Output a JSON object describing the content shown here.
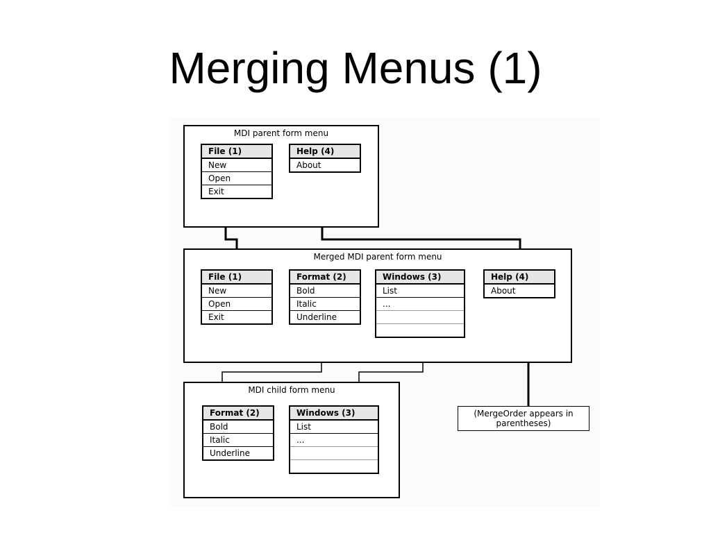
{
  "slide": {
    "title": "Merging Menus (1)"
  },
  "diagram": {
    "parent_frame": {
      "label": "MDI parent form menu",
      "menus": [
        {
          "items": [
            "File (1)",
            "New",
            "Open",
            "Exit"
          ]
        },
        {
          "items": [
            "Help (4)",
            "About"
          ]
        }
      ]
    },
    "merged_frame": {
      "label": "Merged MDI parent form menu",
      "menus": [
        {
          "items": [
            "File (1)",
            "New",
            "Open",
            "Exit"
          ]
        },
        {
          "items": [
            "Format (2)",
            "Bold",
            "Italic",
            "Underline"
          ]
        },
        {
          "items": [
            "Windows (3)",
            "List",
            "...",
            "",
            ""
          ]
        },
        {
          "items": [
            "Help (4)",
            "About"
          ]
        }
      ]
    },
    "child_frame": {
      "label": "MDI child form menu",
      "menus": [
        {
          "items": [
            "Format (2)",
            "Bold",
            "Italic",
            "Underline"
          ]
        },
        {
          "items": [
            "Windows (3)",
            "List",
            "...",
            "",
            ""
          ]
        }
      ]
    },
    "note": "(MergeOrder appears in parentheses)"
  }
}
